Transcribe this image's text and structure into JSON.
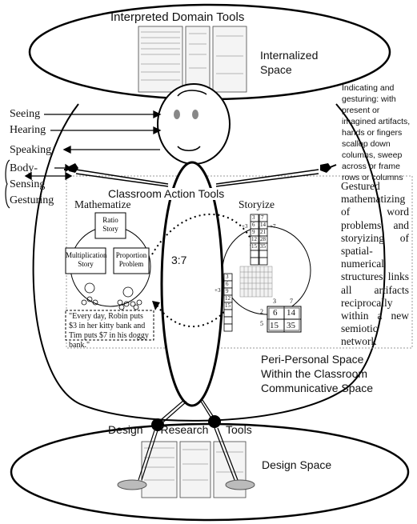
{
  "regions": {
    "interpreted_tools": "Interpreted Domain Tools",
    "internalized_space": "Internalized\nSpace",
    "classroom_action_tools": "Classroom Action Tools",
    "design_research_tools": "Design Research Tools",
    "design_space": "Design Space",
    "peri_personal": "Peri-Personal Space\nWithin the Classroom\nCommunicative Space"
  },
  "senses": [
    "Seeing",
    "Hearing",
    "Speaking",
    "Body-",
    "Sensing",
    "Gesturing"
  ],
  "gesture_note": "Indicating and gesturing: with present or imagined artifacts, hands or fingers scallop down columns, sweep across or frame rows or columns",
  "right_note": "Gestured mathematizing of word problems and storyizing of spatial-numerical structures links all artifacts reciprocally within a new semiotic network",
  "mathematize": {
    "title": "Mathematize",
    "boxes": [
      "Ratio Story",
      "Multiplication Story",
      "Proportion Problem"
    ],
    "quote": "\"Every day, Robin puts $3 in her kitty bank and Tim puts $7 in his doggy bank.\""
  },
  "storyize": {
    "title": "Storyize",
    "col_a": [
      "3",
      "6",
      "9",
      "12",
      "15"
    ],
    "col_b": [
      "7",
      "14",
      "21",
      "28",
      "35"
    ],
    "plus_a": "+3",
    "plus_b": "+7",
    "ratio_grid": {
      "top_labels": [
        "3",
        "7"
      ],
      "side_labels": [
        "2",
        "5"
      ],
      "cells": [
        "6",
        "14",
        "15",
        "35"
      ]
    }
  },
  "center_ratio": "3:7",
  "colors": {
    "line": "#000000",
    "dotted_box": "#999999",
    "feet": "#bbbbbb"
  }
}
